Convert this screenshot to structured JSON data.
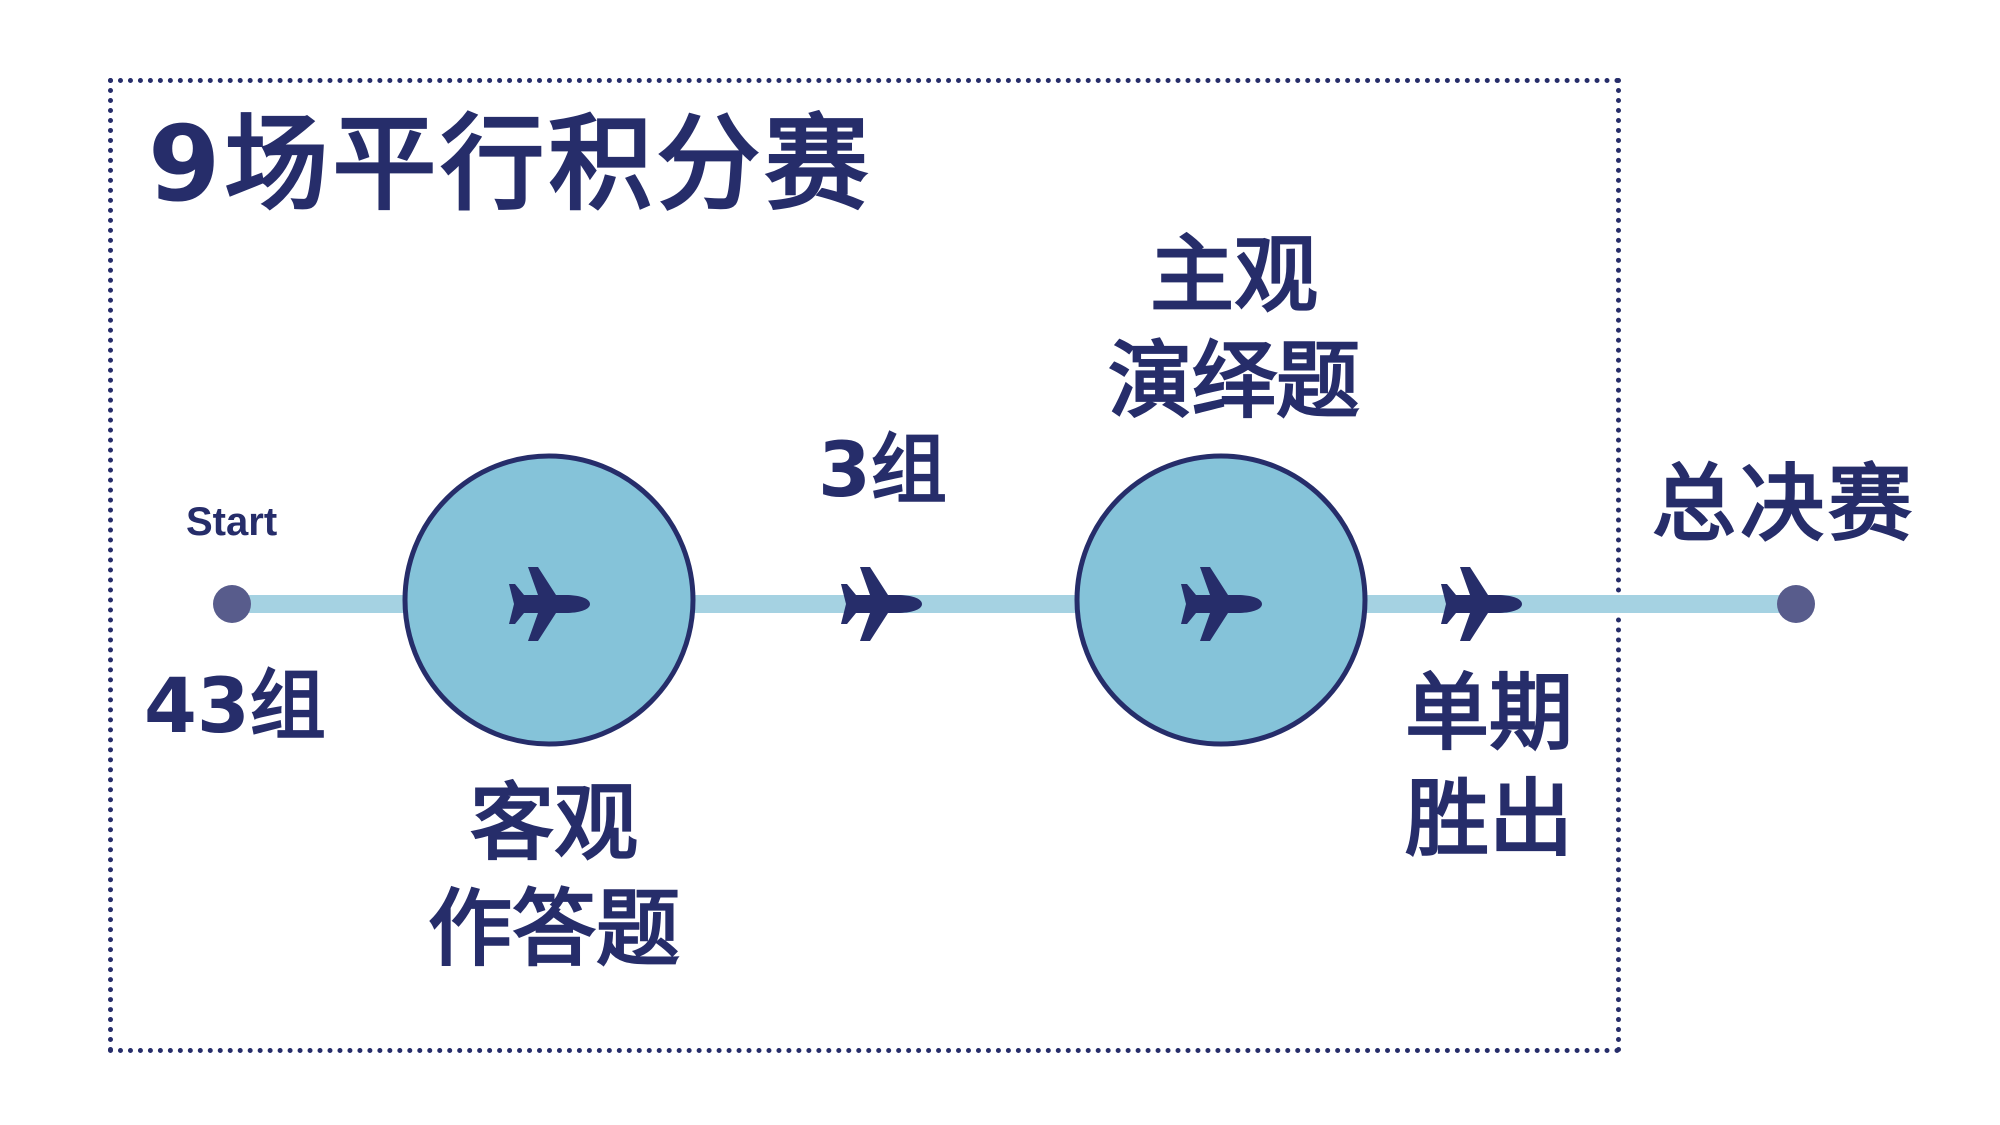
{
  "title": "9场平行积分赛",
  "start_label": "Start",
  "start_groups": "43组",
  "stage1_label": "客观\n作答题",
  "mid_groups": "3组",
  "stage2_label": "主观\n演绎题",
  "elimination_label": "单期\n胜出",
  "final_label": "总决赛",
  "colors": {
    "navy": "#262d6a",
    "light_blue_fill": "#85c3d9",
    "line": "#a5d2e2",
    "node": "#585c8c"
  }
}
